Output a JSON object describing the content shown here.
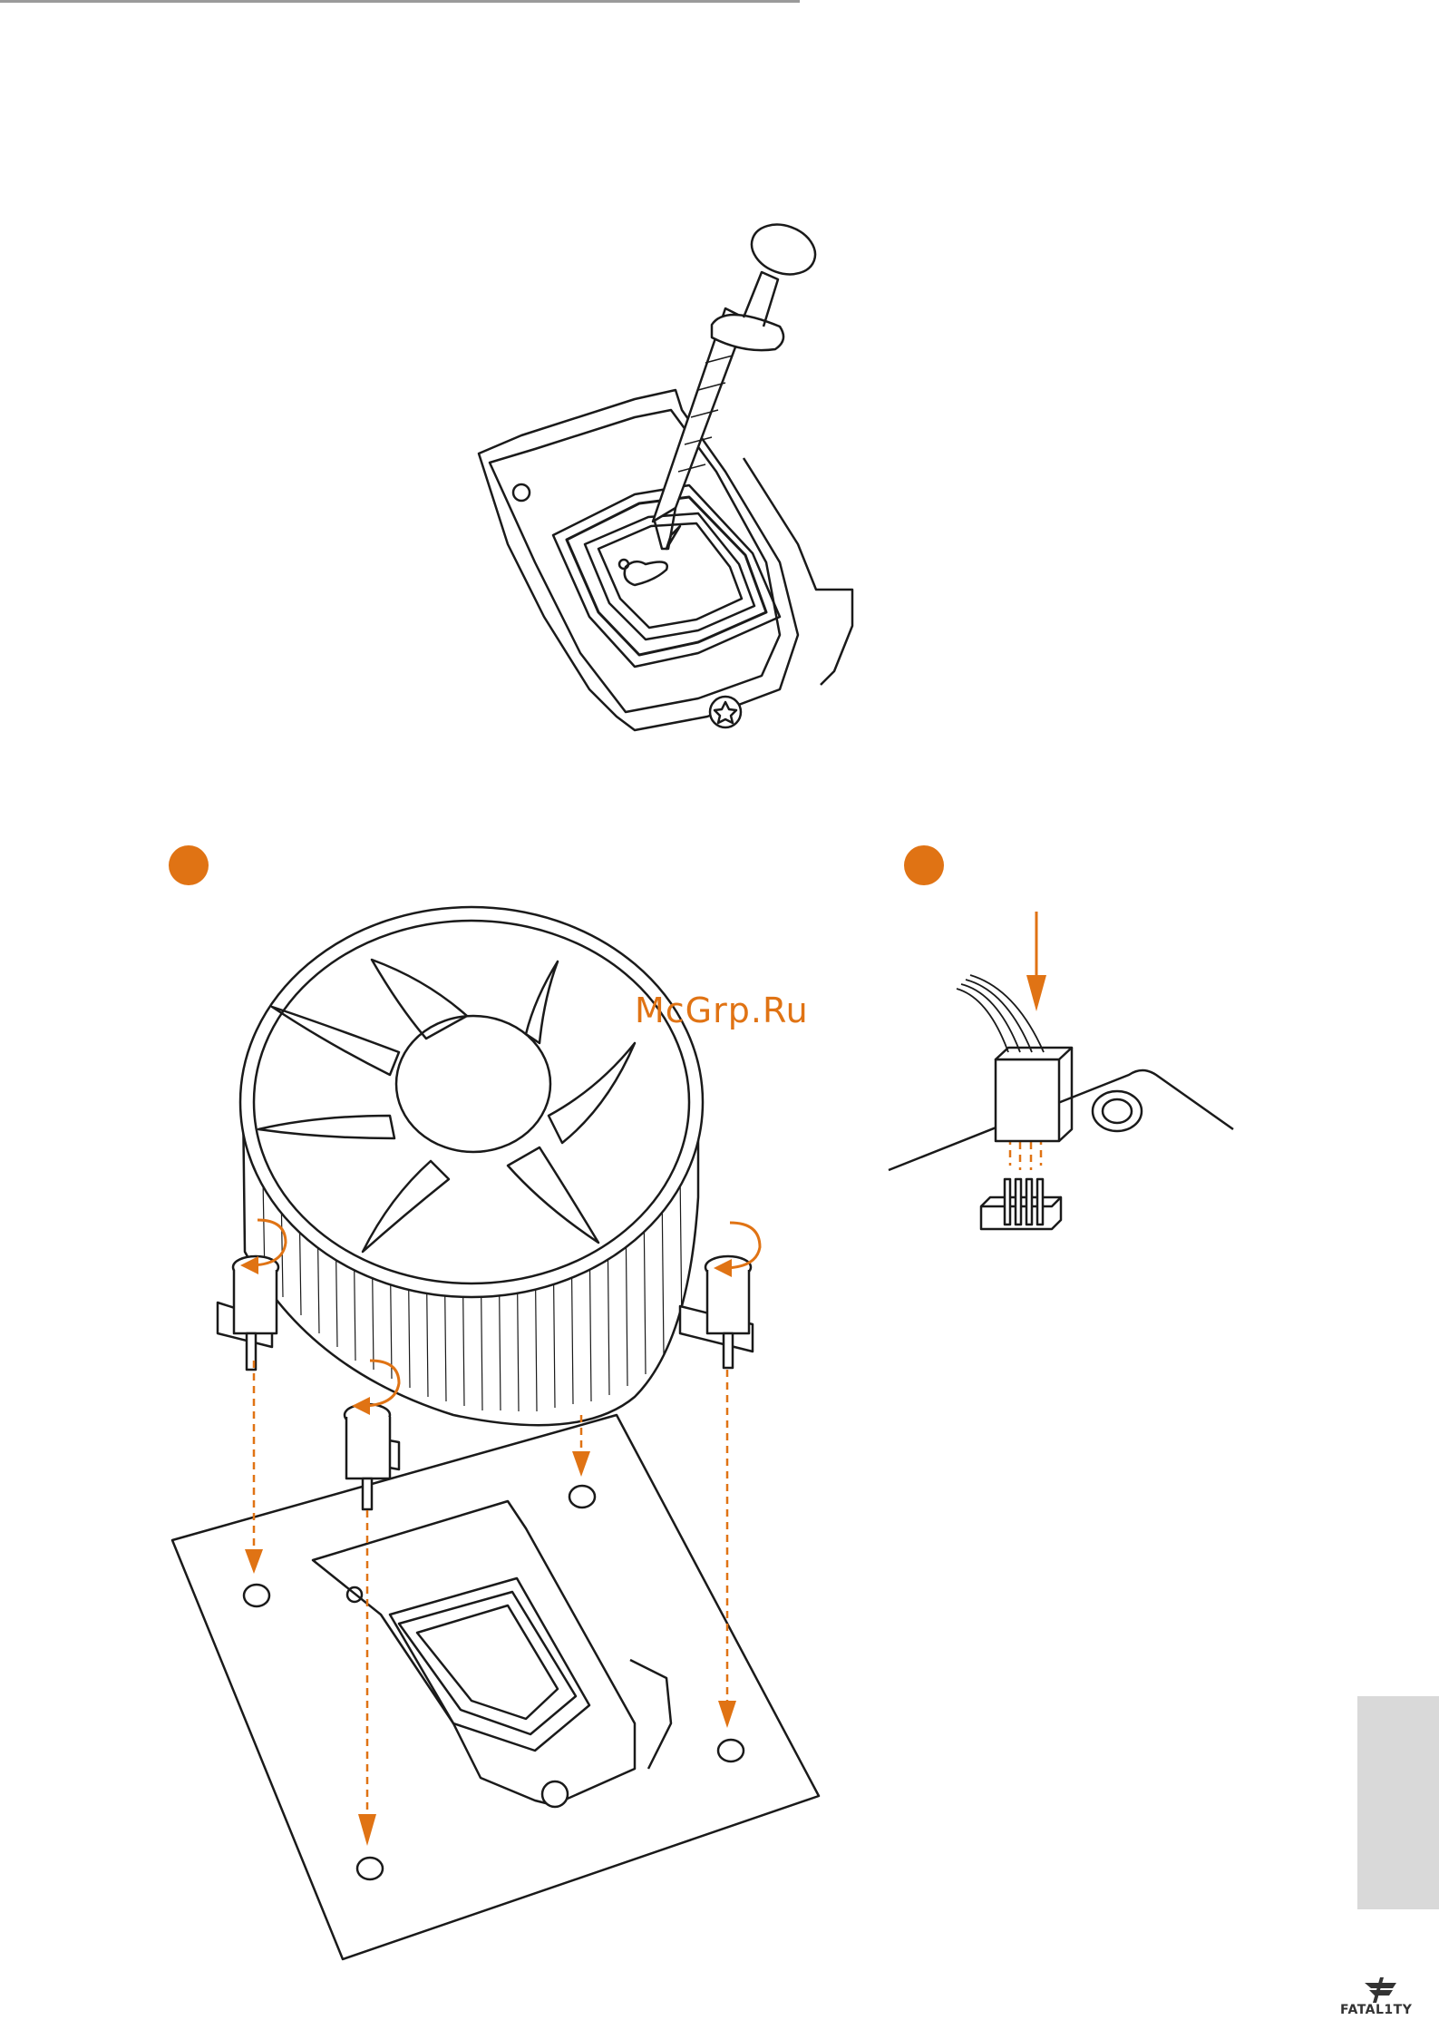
{
  "page": {
    "watermark": "McGrp.Ru",
    "logo_text": "FATAL1TY"
  },
  "colors": {
    "accent": "#e07314",
    "line": "#1a1a1a",
    "tab": "#d9d9d9"
  },
  "icons": {
    "step1_marker": "orange-dot",
    "step2_marker": "orange-dot",
    "push_arrow": "arrow-down-icon",
    "twist_arrow": "rotate-icon"
  }
}
